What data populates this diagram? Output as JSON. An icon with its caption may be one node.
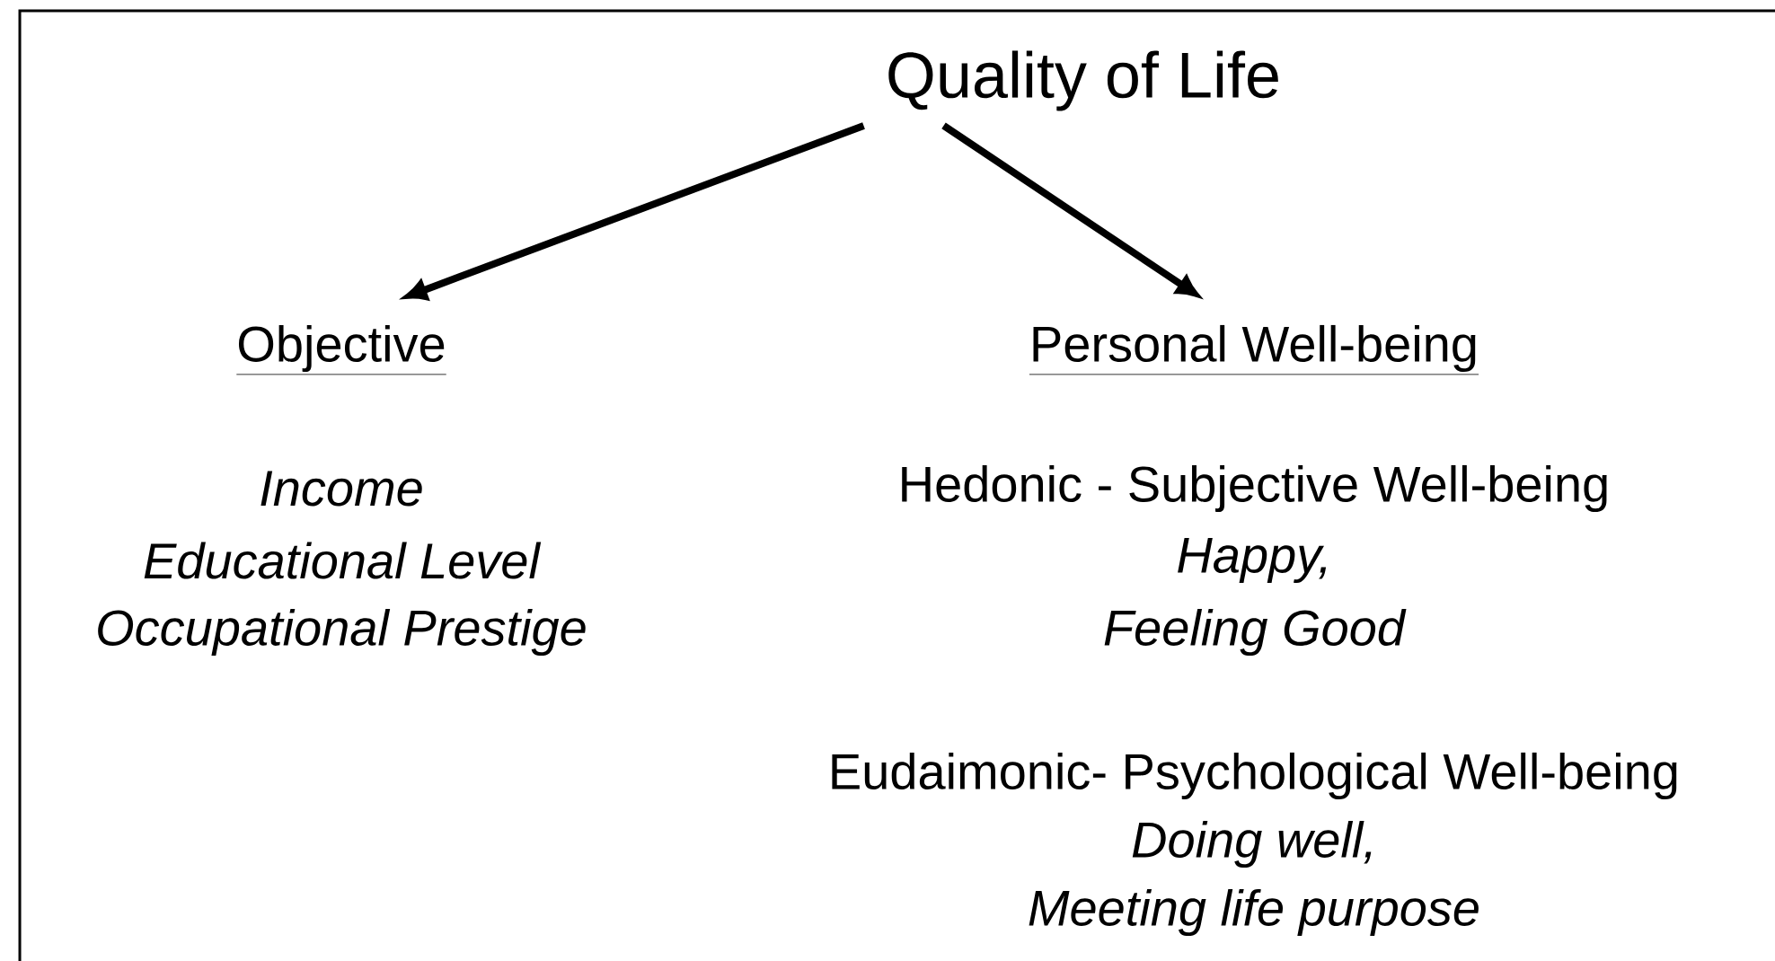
{
  "diagram": {
    "nodes": [
      {
        "text": [
          "Quality of Life"
        ]
      },
      {
        "text": [
          "Objective"
        ]
      },
      {
        "text": [
          "Personal Well-being"
        ]
      }
    ],
    "edges": [
      {
        "from": 0,
        "to": 1,
        "arrow": "to"
      },
      {
        "from": 0,
        "to": 2,
        "arrow": "to"
      }
    ],
    "labels": [
      "Income",
      "Educational Level",
      "Occupational Prestige",
      "Hedonic - Subjective Well-being",
      "Happy,",
      "Feeling Good",
      "Eudaimonic- Psychological Well-being",
      "Doing well,",
      "Meeting life purpose"
    ]
  }
}
